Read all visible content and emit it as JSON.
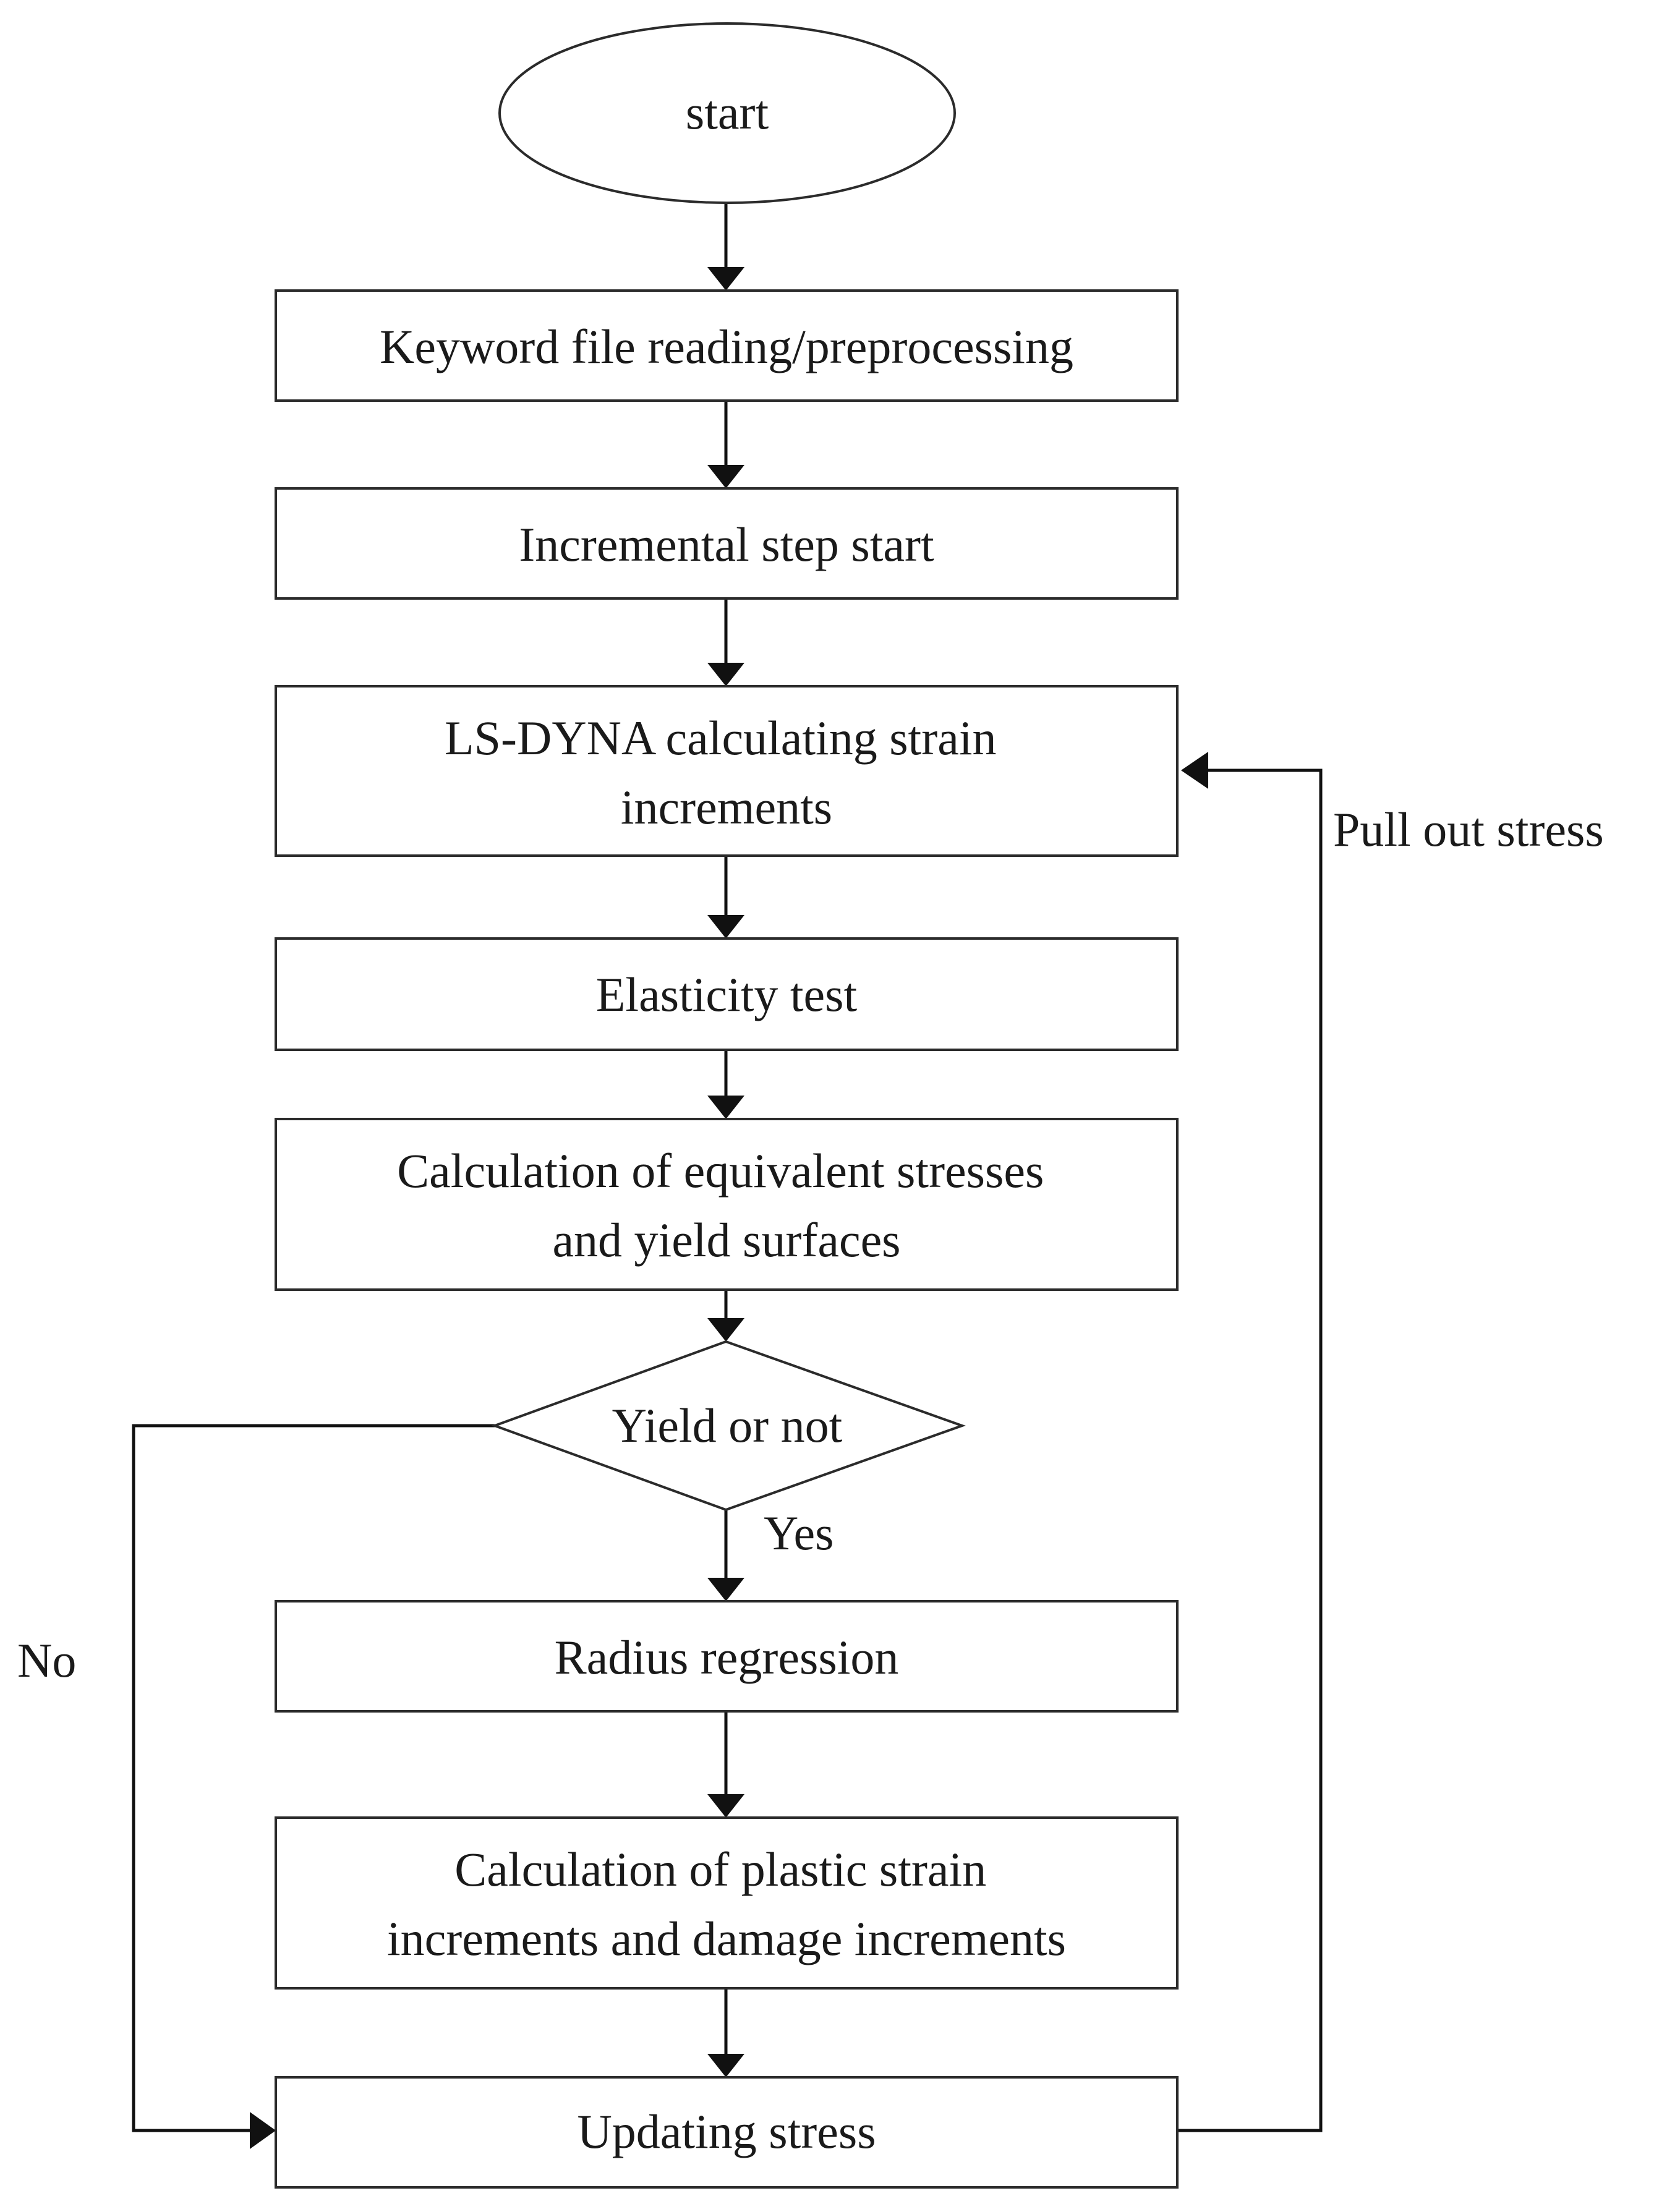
{
  "nodes": {
    "start": "start",
    "keyword": "Keyword file reading/preprocessing",
    "incremental": "Incremental step start",
    "lsdyna": [
      "LS-DYNA calculating strain",
      "increments"
    ],
    "elasticity": "Elasticity test",
    "equivalent": [
      "Calculation of equivalent stresses",
      "and yield surfaces"
    ],
    "decision": "Yield or not",
    "radius": "Radius regression",
    "plastic": [
      "Calculation of plastic strain",
      "increments and damage increments"
    ],
    "updating": "Updating stress"
  },
  "edge_labels": {
    "yes": "Yes",
    "no": "No",
    "pull_out": "Pull out stress"
  }
}
